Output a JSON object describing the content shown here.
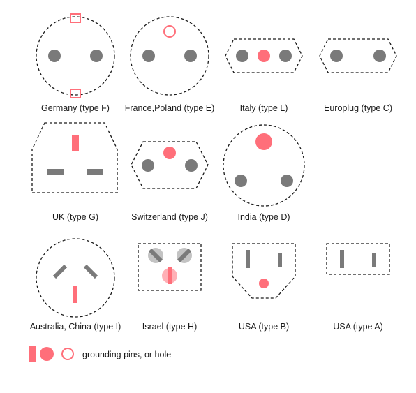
{
  "colors": {
    "pin": "#7a7a7a",
    "ground": "#ff6f7a",
    "outline": "#1a1a1a",
    "background": "#ffffff"
  },
  "plugs": [
    {
      "id": "type-f",
      "label": "Germany (type F)",
      "shape": "circle",
      "pins": "two round pins",
      "grounding": "two edge clips"
    },
    {
      "id": "type-e",
      "label": "France,Poland (type E)",
      "shape": "circle",
      "pins": "two round pins",
      "grounding": "hole"
    },
    {
      "id": "type-l",
      "label": "Italy (type L)",
      "shape": "hexagon",
      "pins": "two round pins",
      "grounding": "round pin"
    },
    {
      "id": "type-c",
      "label": "Europlug (type C)",
      "shape": "hexagon",
      "pins": "two round pins",
      "grounding": "none"
    },
    {
      "id": "type-g",
      "label": "UK (type G)",
      "shape": "trapezoid",
      "pins": "two flat pins",
      "grounding": "flat pin"
    },
    {
      "id": "type-j",
      "label": "Switzerland (type J)",
      "shape": "hexagon",
      "pins": "two round pins",
      "grounding": "round pin"
    },
    {
      "id": "type-d",
      "label": "India (type D)",
      "shape": "circle",
      "pins": "two round pins",
      "grounding": "large round pin"
    },
    {
      "id": "type-i",
      "label": "Australia, China (type I)",
      "shape": "circle",
      "pins": "two angled flat pins",
      "grounding": "flat pin"
    },
    {
      "id": "type-h",
      "label": "Israel (type H)",
      "shape": "rectangle",
      "pins": "two round pins (angled flats)",
      "grounding": "round pin (flat)"
    },
    {
      "id": "type-b",
      "label": "USA (type B)",
      "shape": "pentagon",
      "pins": "two flat pins",
      "grounding": "round pin"
    },
    {
      "id": "type-a",
      "label": "USA (type A)",
      "shape": "rectangle",
      "pins": "two flat pins",
      "grounding": "none"
    }
  ],
  "legend": {
    "label": "grounding pins, or hole",
    "icons": [
      "ground-pin-icon",
      "ground-round-pin-icon",
      "ground-hole-icon"
    ]
  }
}
